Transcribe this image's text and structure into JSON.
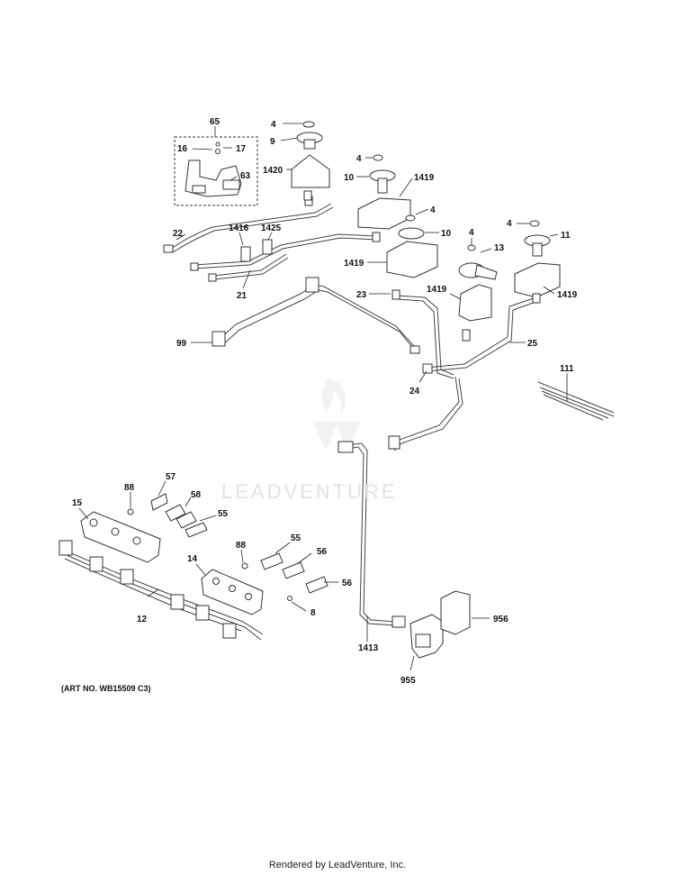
{
  "diagram": {
    "callouts": {
      "c65": "65",
      "c16": "16",
      "c17": "17",
      "c63": "63",
      "c4a": "4",
      "c9": "9",
      "c1420": "1420",
      "c4b": "4",
      "c10a": "10",
      "c1419a": "1419",
      "c4c": "4",
      "c10b": "10",
      "c1419b": "1419",
      "c4d": "4",
      "c13": "13",
      "c1419c": "1419",
      "c4e": "4",
      "c11": "11",
      "c1419d": "1419",
      "c22": "22",
      "c1416": "1416",
      "c1425": "1425",
      "c21": "21",
      "c23": "23",
      "c99": "99",
      "c25": "25",
      "c24": "24",
      "c111": "111",
      "c57": "57",
      "c88a": "88",
      "c58": "58",
      "c15": "15",
      "c55a": "55",
      "c88b": "88",
      "c14": "14",
      "c55b": "55",
      "c56a": "56",
      "c56b": "56",
      "c8": "8",
      "c12": "12",
      "c956": "956",
      "c1413": "1413",
      "c955": "955"
    }
  },
  "watermark": {
    "brand": "LEADVENTURE"
  },
  "art_number": "(ART NO. WB15509 C3)",
  "footer": "Rendered by LeadVenture, Inc.",
  "colors": {
    "line": "#333333",
    "watermark": "#e2e2e2",
    "background": "#ffffff"
  }
}
